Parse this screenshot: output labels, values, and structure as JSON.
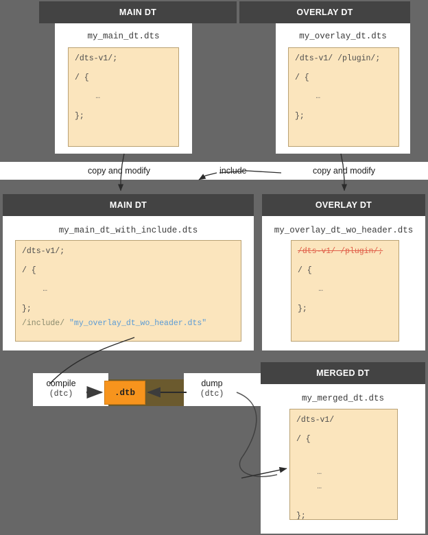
{
  "diagram": {
    "title": "Device tree overlay build flow",
    "background_color": "#676767",
    "header_color": "#434343",
    "code_bg_color": "#fbe5bd",
    "accent_color": "#f7941d",
    "strike_color": "#e0604a"
  },
  "row1": {
    "main": {
      "header": "MAIN DT",
      "filename": "my_main_dt.dts",
      "lines": [
        "/dts-v1/;",
        "/ {",
        "    …",
        "};"
      ]
    },
    "overlay": {
      "header": "OVERLAY DT",
      "filename": "my_overlay_dt.dts",
      "lines": [
        "/dts-v1/ /plugin/;",
        "/ {",
        "    …",
        "};"
      ]
    }
  },
  "connectors": {
    "copy_modify_left": "copy and modify",
    "include": "include",
    "copy_modify_right": "copy and modify"
  },
  "row2": {
    "main": {
      "header": "MAIN DT",
      "filename": "my_main_dt_with_include.dts",
      "lines": [
        "/dts-v1/;",
        "/ {",
        "    …",
        "};"
      ],
      "include_directive": "/include/",
      "include_target": "\"my_overlay_dt_wo_header.dts\""
    },
    "overlay": {
      "header": "OVERLAY DT",
      "filename": "my_overlay_dt_wo_header.dts",
      "struck_line": "/dts-v1/ /plugin/;",
      "lines": [
        "/ {",
        "    …",
        "};"
      ]
    }
  },
  "toolchain": {
    "compile_label": "compile",
    "compile_tool": "(dtc)",
    "artifact": ".dtb",
    "dump_label": "dump",
    "dump_tool": "(dtc)"
  },
  "row3": {
    "merged": {
      "header": "MERGED DT",
      "filename": "my_merged_dt.dts",
      "lines": [
        "/dts-v1/",
        "/ {",
        "",
        "    …",
        "    …",
        "",
        "};"
      ]
    }
  }
}
